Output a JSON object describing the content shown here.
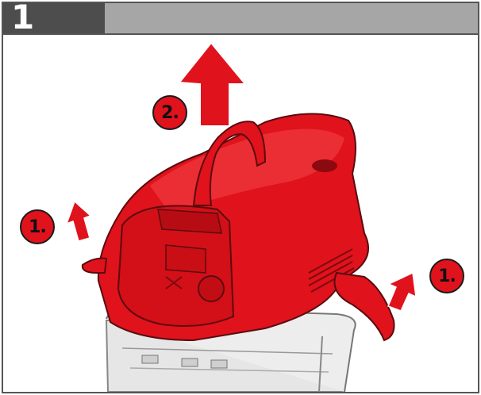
{
  "step": {
    "number": "1",
    "title": ""
  },
  "callouts": [
    {
      "id": "left",
      "label": "1."
    },
    {
      "id": "top",
      "label": "2."
    },
    {
      "id": "right",
      "label": "1."
    }
  ],
  "colors": {
    "body_red": "#e0121c",
    "header_dark": "#4d4d4d",
    "header_light": "#a6a6a6"
  },
  "illustration": {
    "subject": "vacuum-cleaner-head",
    "icons": [
      "lift-arrow-icon",
      "clip-release-arrow-icon"
    ]
  }
}
